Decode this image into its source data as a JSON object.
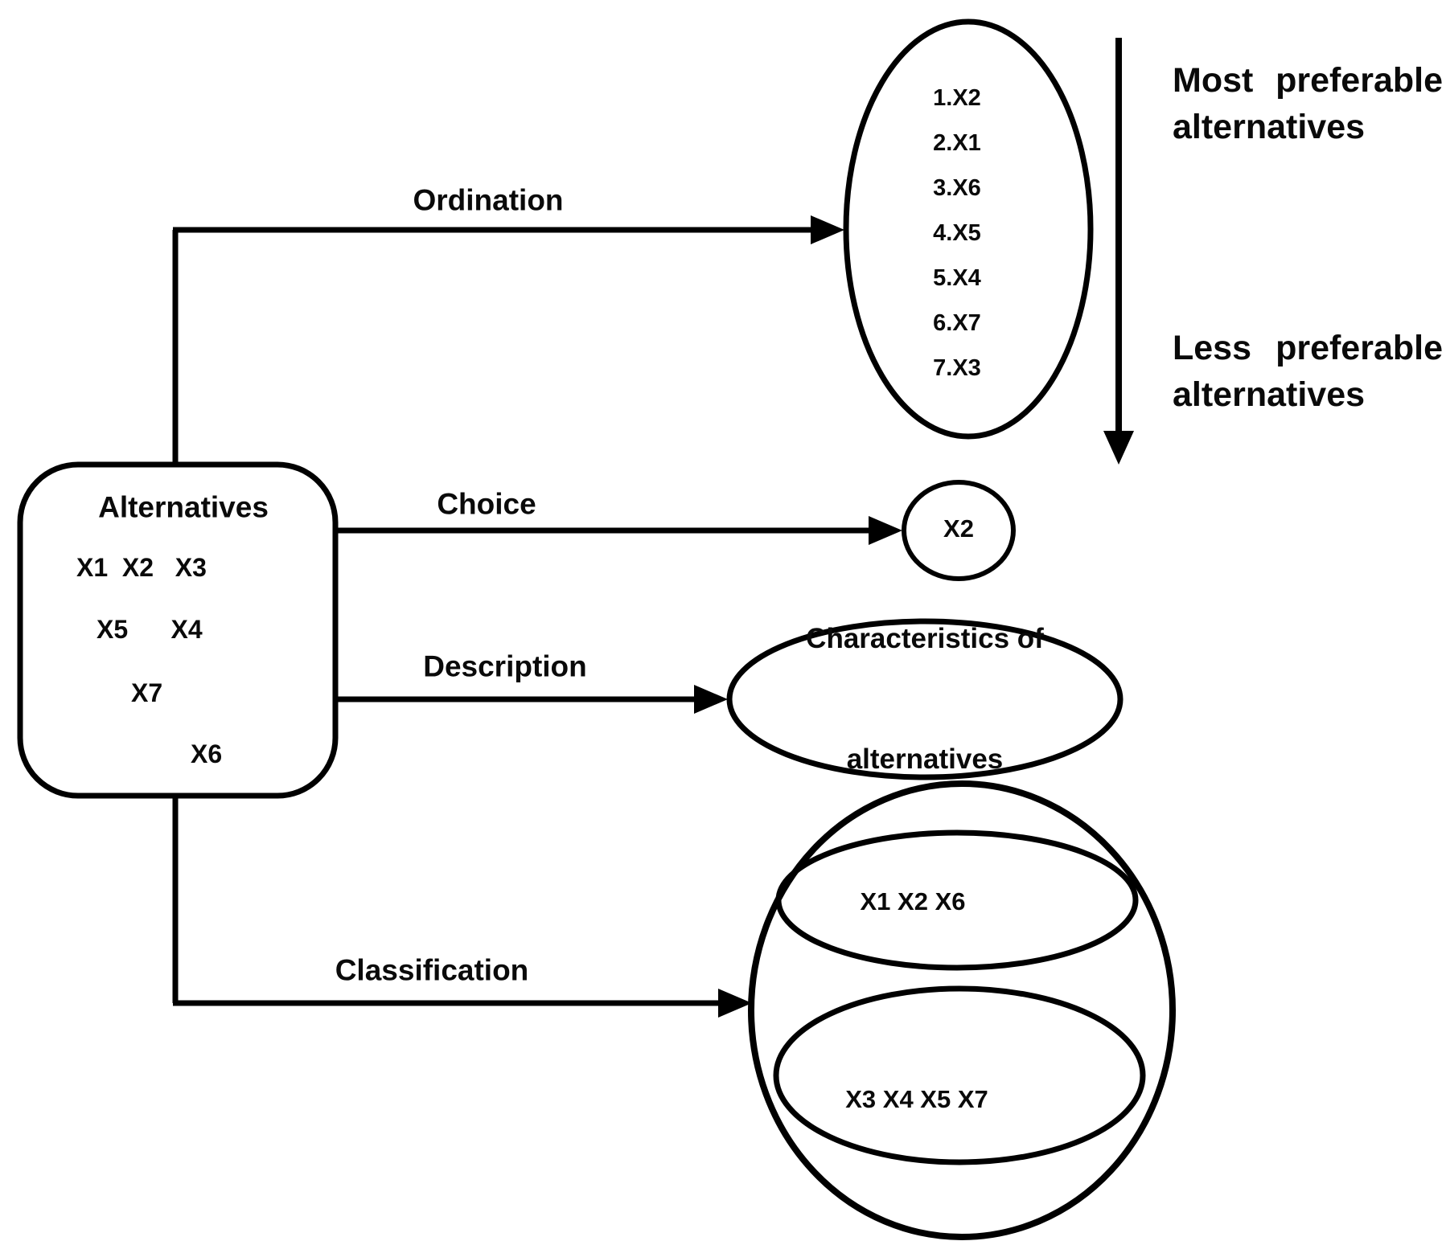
{
  "alternatives_box": {
    "title": "Alternatives",
    "row1": "X1  X2   X3",
    "row2": "X5      X4",
    "row3": "X7",
    "row4": "X6"
  },
  "labels": {
    "ordination": "Ordination",
    "choice": "Choice",
    "description": "Description",
    "classification": "Classification"
  },
  "ordination": {
    "items": [
      "1.X2",
      "2.X1",
      "3.X6",
      "4.X5",
      "5.X4",
      "6.X7",
      "7.X3"
    ]
  },
  "choice": {
    "result": "X2"
  },
  "description": {
    "line1": "Characteristics of",
    "line2": "alternatives"
  },
  "classification": {
    "group1": "X1 X2 X6",
    "group2": "X3 X4 X5 X7"
  },
  "preference": {
    "most_line1": "Most preferable",
    "most_line2": "alternatives",
    "less_line1": "Less preferable",
    "less_line2": "alternatives"
  },
  "colors": {
    "stroke": "#000000",
    "text": "#0a0a0a",
    "background": "#ffffff"
  }
}
